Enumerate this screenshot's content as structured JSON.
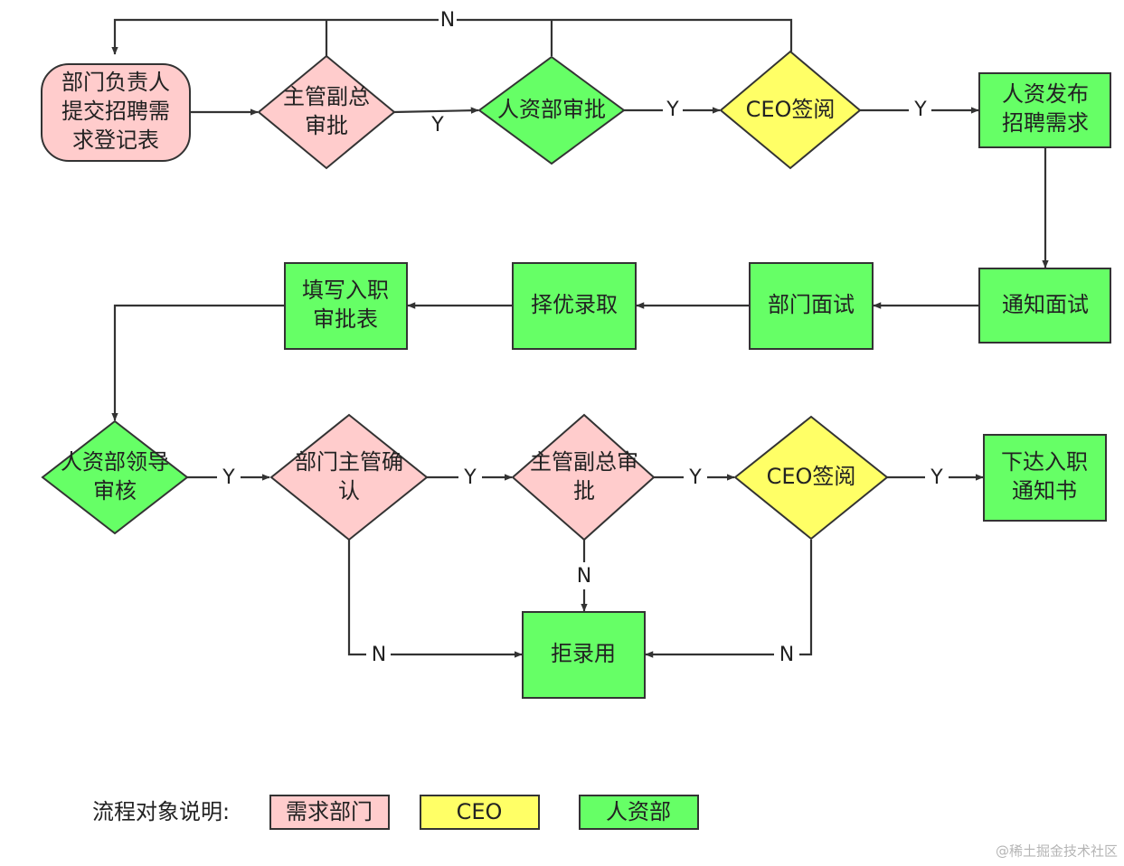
{
  "colors": {
    "demand_department": "#ffcccc",
    "ceo": "#ffff66",
    "hr": "#66ff66",
    "stroke": "#333333"
  },
  "nodes": {
    "submit": [
      "部门负责人",
      "提交招聘需",
      "求登记表"
    ],
    "mgr1": [
      "主管副总",
      "审批"
    ],
    "hr1": [
      "人资部审批"
    ],
    "ceo1": [
      "CEO签阅"
    ],
    "publish": [
      "人资发布",
      "招聘需求"
    ],
    "notify": [
      "通知面试"
    ],
    "dept_interview": [
      "部门面试"
    ],
    "select": [
      "择优录取"
    ],
    "fill_form": [
      "填写入职",
      "审批表"
    ],
    "hr_lead": [
      "人资部领导",
      "审核"
    ],
    "dept_mgr": [
      "部门主管确",
      "认"
    ],
    "mgr2": [
      "主管副总审",
      "批"
    ],
    "ceo2": [
      "CEO签阅"
    ],
    "offer": [
      "下达入职",
      "通知书"
    ],
    "reject": [
      "拒录用"
    ]
  },
  "edge_labels": {
    "top_loop": "N",
    "mgr1_to_hr1": "Y",
    "hr1_to_ceo1": "Y",
    "ceo1_to_publish": "Y",
    "hr_lead_to_dept_mgr": "Y",
    "dept_mgr_to_mgr2": "Y",
    "mgr2_to_ceo2": "Y",
    "ceo2_to_offer": "Y",
    "mgr2_to_reject": "N",
    "dept_mgr_to_reject": "N",
    "ceo2_to_reject": "N"
  },
  "legend": {
    "title": "流程对象说明:",
    "items": [
      {
        "label": "需求部门",
        "color_key": "demand_department"
      },
      {
        "label": "CEO",
        "color_key": "ceo"
      },
      {
        "label": "人资部",
        "color_key": "hr"
      }
    ]
  },
  "watermark": "@稀土掘金技术社区"
}
